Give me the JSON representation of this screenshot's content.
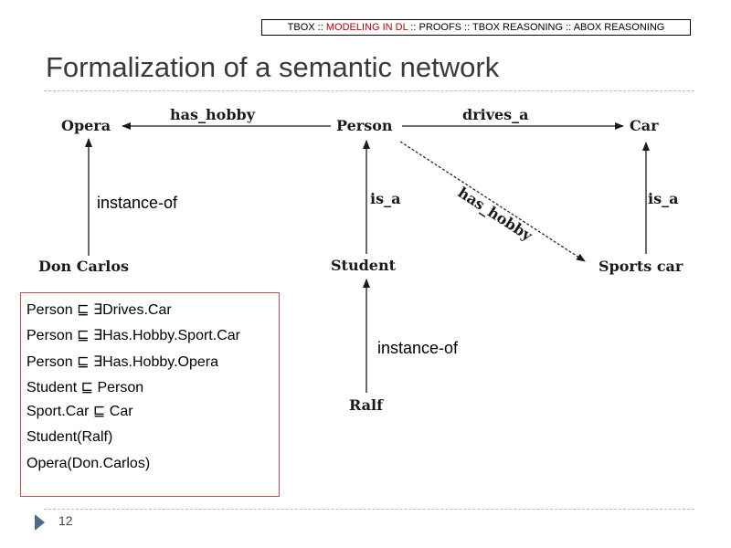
{
  "nav": {
    "sep": " :: ",
    "items": [
      "TBOX",
      "MODELING IN DL",
      "PROOFS",
      "TBOX REASONING",
      "ABOX REASONING"
    ]
  },
  "title": "Formalization of a semantic network",
  "diagram": {
    "nodes": {
      "opera": "Opera",
      "person": "Person",
      "car": "Car",
      "don_carlos": "Don Carlos",
      "student": "Student",
      "sports_car": "Sports car",
      "ralf": "Ralf"
    },
    "edges": {
      "has_hobby_opera": "has_hobby",
      "drives_a": "drives_a",
      "has_hobby_diag": "has_hobby",
      "is_a_student": "is_a",
      "is_a_sportscar": "is_a",
      "instance_of_don": "instance-of",
      "instance_of_ralf": "instance-of"
    }
  },
  "axioms": [
    "Person ⊑ ∃Drives.Car",
    "Person ⊑ ∃Has.Hobby.Sport.Car",
    "Person ⊑ ∃Has.Hobby.Opera",
    "Student ⊑ Person",
    "Sport.Car ⊑ Car",
    "Student(Ralf)",
    "Opera(Don.Carlos)"
  ],
  "page_number": "12"
}
